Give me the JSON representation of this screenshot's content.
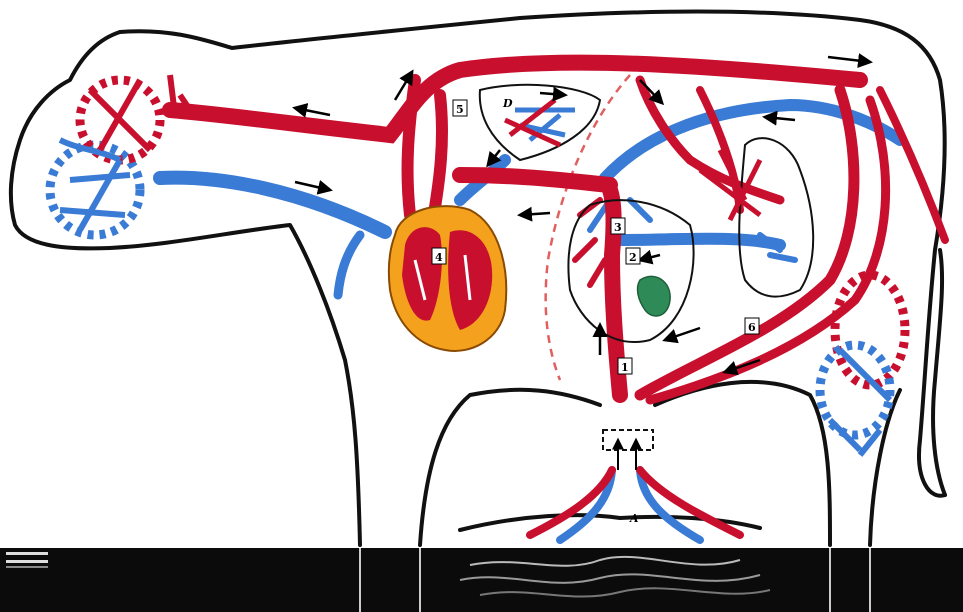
{
  "labels": {
    "n1": "1",
    "n2": "2",
    "n3": "3",
    "n4": "4",
    "n5": "5",
    "n6": "6",
    "A": "A",
    "D": "D"
  },
  "colors": {
    "artery": "#c8102e",
    "vein": "#3a7bd5",
    "heart_fill": "#f4a21e",
    "liver": "#2e8b57",
    "outline": "#111111",
    "placenta_band": "#0b0b0b"
  }
}
